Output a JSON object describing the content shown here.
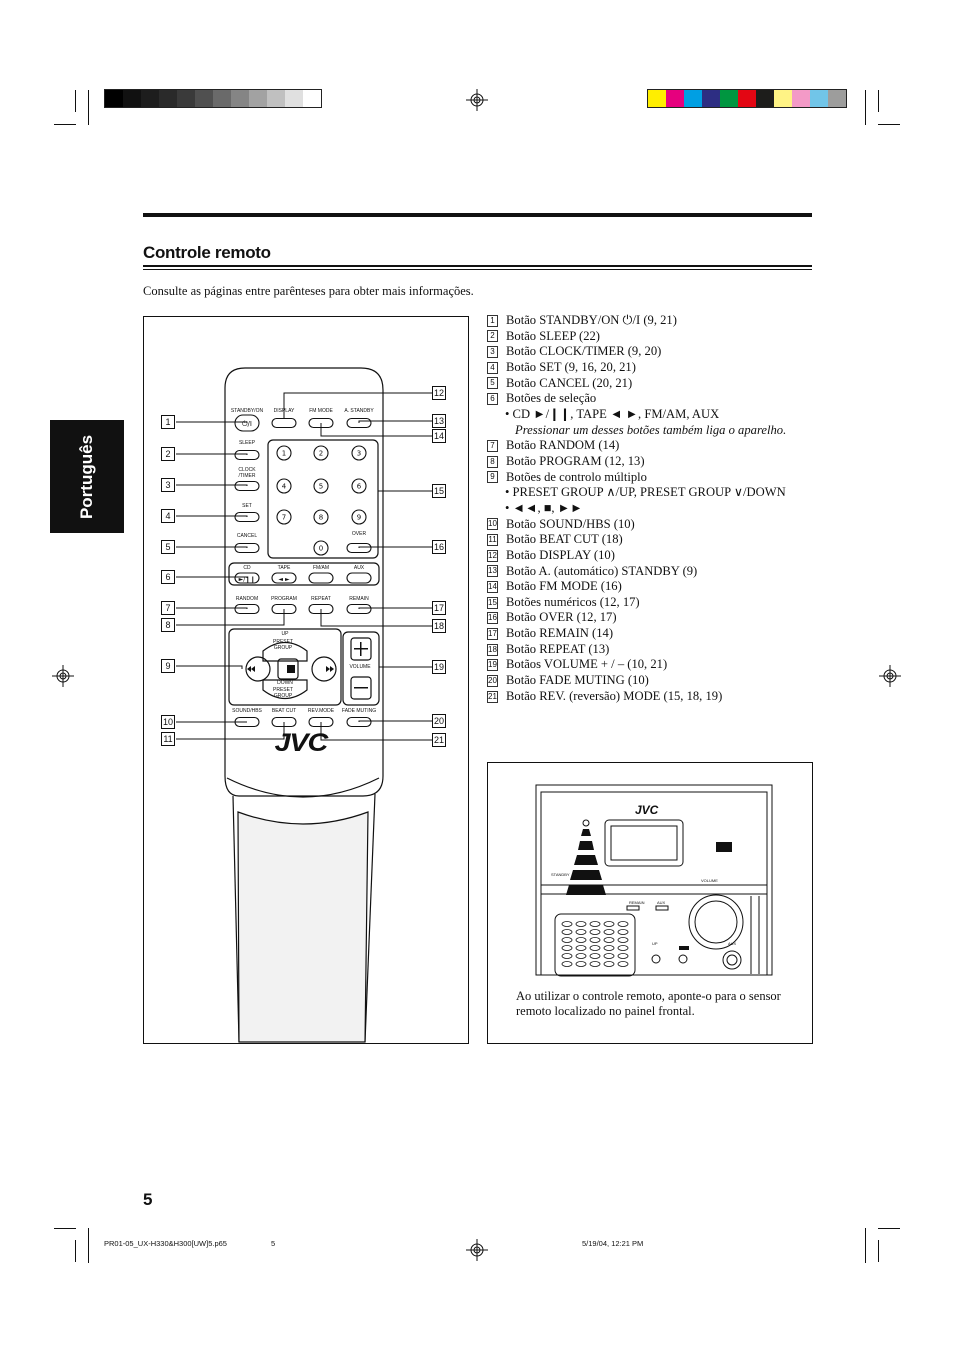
{
  "section_title": "Controle remoto",
  "intro": "Consulte as páginas entre parênteses para obter mais informações.",
  "language_tab": "Português",
  "items": [
    {
      "n": "1",
      "text": "Botão STANDBY/ON ⏻/I (9, 21)"
    },
    {
      "n": "2",
      "text": "Botão SLEEP (22)"
    },
    {
      "n": "3",
      "text": "Botão CLOCK/TIMER (9, 20)"
    },
    {
      "n": "4",
      "text": "Botão SET (9, 16, 20, 21)"
    },
    {
      "n": "5",
      "text": "Botão CANCEL (20, 21)"
    },
    {
      "n": "6",
      "text": "Botões de seleção"
    },
    {
      "sub": "• CD ►/❙❙, TAPE ◄ ►, FM/AM, AUX"
    },
    {
      "subi": "Pressionar um desses botões também liga o aparelho."
    },
    {
      "n": "7",
      "text": "Botão RANDOM (14)"
    },
    {
      "n": "8",
      "text": "Botão PROGRAM (12, 13)"
    },
    {
      "n": "9",
      "text": "Botões de controlo múltiplo"
    },
    {
      "sub": "• PRESET GROUP ∧/UP, PRESET GROUP ∨/DOWN"
    },
    {
      "sub": "• ◄◄, ■, ►►"
    },
    {
      "n": "10",
      "text": "Botão SOUND/HBS (10)"
    },
    {
      "n": "11",
      "text": "Botão BEAT CUT (18)"
    },
    {
      "n": "12",
      "text": "Botão DISPLAY (10)"
    },
    {
      "n": "13",
      "text": "Botão A. (automático) STANDBY (9)"
    },
    {
      "n": "14",
      "text": "Botão FM MODE (16)"
    },
    {
      "n": "15",
      "text": "Botões numéricos (12, 17)"
    },
    {
      "n": "16",
      "text": "Botão OVER (12, 17)"
    },
    {
      "n": "17",
      "text": "Botão REMAIN (14)"
    },
    {
      "n": "18",
      "text": "Botão REPEAT (13)"
    },
    {
      "n": "19",
      "text": "Botãos VOLUME + / – (10, 21)"
    },
    {
      "n": "20",
      "text": "Botão FADE MUTING (10)"
    },
    {
      "n": "21",
      "text": "Botão REV. (reversão) MODE (15, 18, 19)"
    }
  ],
  "callouts_left": [
    "1",
    "2",
    "3",
    "4",
    "5",
    "6",
    "7",
    "8",
    "9",
    "10",
    "11"
  ],
  "callouts_right": [
    "12",
    "13",
    "14",
    "15",
    "16",
    "17",
    "18",
    "19",
    "20",
    "21"
  ],
  "remote": {
    "brand": "JVC",
    "labels": {
      "standby": "STANDBY/ON",
      "display": "DISPLAY",
      "fmmode": "FM MODE",
      "astandby": "A. STANDBY",
      "sleep": "SLEEP",
      "clock": "CLOCK\n/TIMER",
      "set": "SET",
      "cancel": "CANCEL",
      "over": "OVER",
      "cd": "CD",
      "tape": "TAPE",
      "fmam": "FM/AM",
      "aux": "AUX",
      "random": "RANDOM",
      "program": "PROGRAM",
      "repeat": "REPEAT",
      "remain": "REMAIN",
      "up": "UP",
      "preset_group_up": "PRESET\nGROUP",
      "down": "DOWN",
      "preset_group_down": "PRESET\nGROUP",
      "volume": "VOLUME",
      "soundhbs": "SOUND/HBS",
      "beatcut": "BEAT CUT",
      "revmode": "REV.MODE",
      "fademuting": "FADE MUTING"
    },
    "digits": [
      "1",
      "2",
      "3",
      "4",
      "5",
      "6",
      "7",
      "8",
      "9",
      "0"
    ]
  },
  "device": {
    "brand": "JVC",
    "labels": {
      "standby": "STANDBY",
      "volume": "VOLUME",
      "remain": "REMAIN",
      "aux": "AUX",
      "up": "UP",
      "aux2": "AUX"
    }
  },
  "caption": "Ao utilizar o controle remoto, aponte-o para o sensor remoto localizado no painel frontal.",
  "page_number": "5",
  "footer": {
    "file": "PR01-05_UX-H330&H300[UW]5.p65",
    "page": "5",
    "date": "5/19/04, 12:21 PM"
  },
  "colors": {
    "grayscale_bar": [
      "#000000",
      "#111111",
      "#1d1d1d",
      "#2a2a2a",
      "#3a3a3a",
      "#505050",
      "#6a6a6a",
      "#858585",
      "#a2a2a2",
      "#c0c0c0",
      "#e0e0e0",
      "#ffffff"
    ],
    "color_bar": [
      "#ffee00",
      "#e6007e",
      "#009fe3",
      "#2d2e83",
      "#009640",
      "#e30613",
      "#1d1d1b",
      "#fff385",
      "#f39ac7",
      "#71c5e8",
      "#9d9d9c"
    ]
  }
}
